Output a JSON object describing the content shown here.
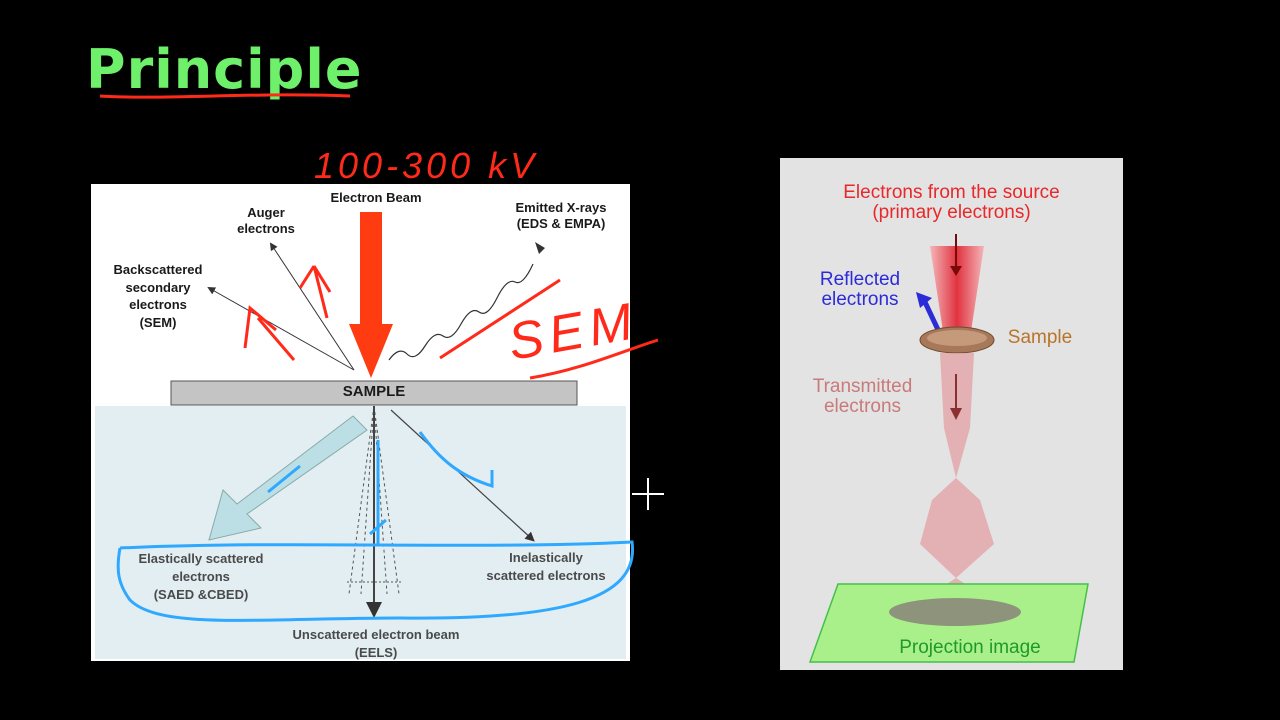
{
  "slide": {
    "title": "Principle",
    "handwritten_voltage": "100-300 kV",
    "handwritten_sem": "SEM"
  },
  "left_diagram": {
    "beam": "Electron Beam",
    "auger": [
      "Auger",
      "electrons"
    ],
    "xrays": [
      "Emitted X-rays",
      "(EDS & EMPA)"
    ],
    "backscattered": [
      "Backscattered",
      "secondary",
      "electrons",
      "(SEM)"
    ],
    "sample": "SAMPLE",
    "elastic": [
      "Elastically scattered",
      "electrons",
      "(SAED &CBED)"
    ],
    "inelastic": [
      "Inelastically",
      "scattered electrons"
    ],
    "unscattered": [
      "Unscattered electron beam",
      "(EELS)"
    ]
  },
  "right_diagram": {
    "source": [
      "Electrons from the source",
      "(primary electrons)"
    ],
    "reflected": [
      "Reflected",
      "electrons"
    ],
    "sample": "Sample",
    "transmitted": [
      "Transmitted",
      "electrons"
    ],
    "projection": "Projection image"
  },
  "colors": {
    "title": "#6ff06a",
    "annotation_red": "#ff2a1a",
    "annotation_blue": "#2fa8ff",
    "beam": "#ff3b12",
    "source_label": "#e8282a",
    "reflected_label": "#2b2bd8",
    "sample_label": "#b8742a",
    "transmitted_label": "#c97a7a",
    "projection_label": "#1e9a2a"
  },
  "icons": [
    "crosshair-cursor-icon"
  ]
}
